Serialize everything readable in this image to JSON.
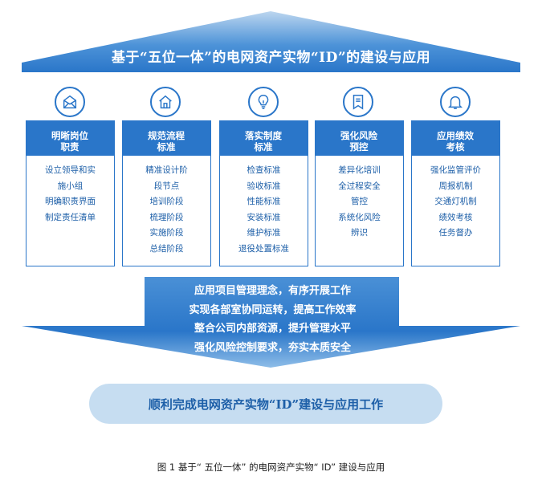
{
  "title": "基于“五位一体”的电网资产实物“ID”的建设与应用",
  "columns": [
    {
      "heading": "明晰岗位\n职责",
      "icon": "envelope-icon",
      "items": [
        "设立领导和实",
        "施小组",
        "明确职责界面",
        "制定责任清单"
      ]
    },
    {
      "heading": "规范流程\n标准",
      "icon": "home-icon",
      "items": [
        "精准设计阶",
        "段节点",
        "培训阶段",
        "梳理阶段",
        "实施阶段",
        "总结阶段"
      ]
    },
    {
      "heading": "落实制度\n标准",
      "icon": "lightbulb-icon",
      "items": [
        "检查标准",
        "验收标准",
        "性能标准",
        "安装标准",
        "维护标准",
        "退役处置标准"
      ]
    },
    {
      "heading": "强化风险\n预控",
      "icon": "bookmark-icon",
      "items": [
        "差异化培训",
        "全过程安全",
        "管控",
        "系统化风险",
        "辨识"
      ]
    },
    {
      "heading": "应用绩效\n考核",
      "icon": "bell-icon",
      "items": [
        "强化监管评价",
        "周报机制",
        "交通灯机制",
        "绩效考核",
        "任务督办"
      ]
    }
  ],
  "arrow_lines": [
    "应用项目管理理念，有序开展工作",
    "实现各部室协同运转，提高工作效率",
    "整合公司内部资源，提升管理水平",
    "强化风险控制要求，夯实本质安全"
  ],
  "result": "顺利完成电网资产实物“ID”建设与应用工作",
  "caption": "图 1  基于“ 五位一体” 的电网资产实物“ ID” 建设与应用",
  "colors": {
    "primary": "#2a76c9",
    "light": "#c6ddf1",
    "text": "#1d5fa8"
  }
}
